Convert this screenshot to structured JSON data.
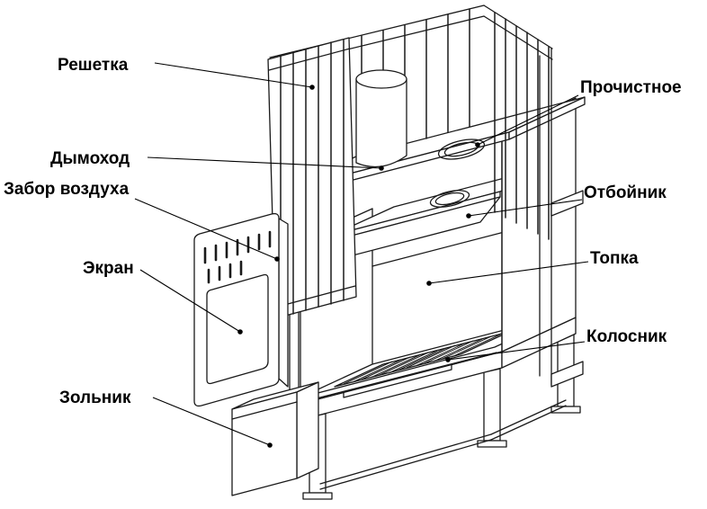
{
  "figure": {
    "background_color": "#ffffff",
    "line_color": "#1a1a1a",
    "label_color": "#000000",
    "labels": [
      {
        "id": "reshetka",
        "text": "Решетка"
      },
      {
        "id": "prochistnoe",
        "text": "Прочистное"
      },
      {
        "id": "dymohod",
        "text": "Дымоход"
      },
      {
        "id": "zabor-vozduha",
        "text": "Забор воздуха"
      },
      {
        "id": "otboynik",
        "text": "Отбойник"
      },
      {
        "id": "ekran",
        "text": "Экран"
      },
      {
        "id": "topka",
        "text": "Топка"
      },
      {
        "id": "kolosnik",
        "text": "Колосник"
      },
      {
        "id": "zolnik",
        "text": "Зольник"
      }
    ]
  }
}
